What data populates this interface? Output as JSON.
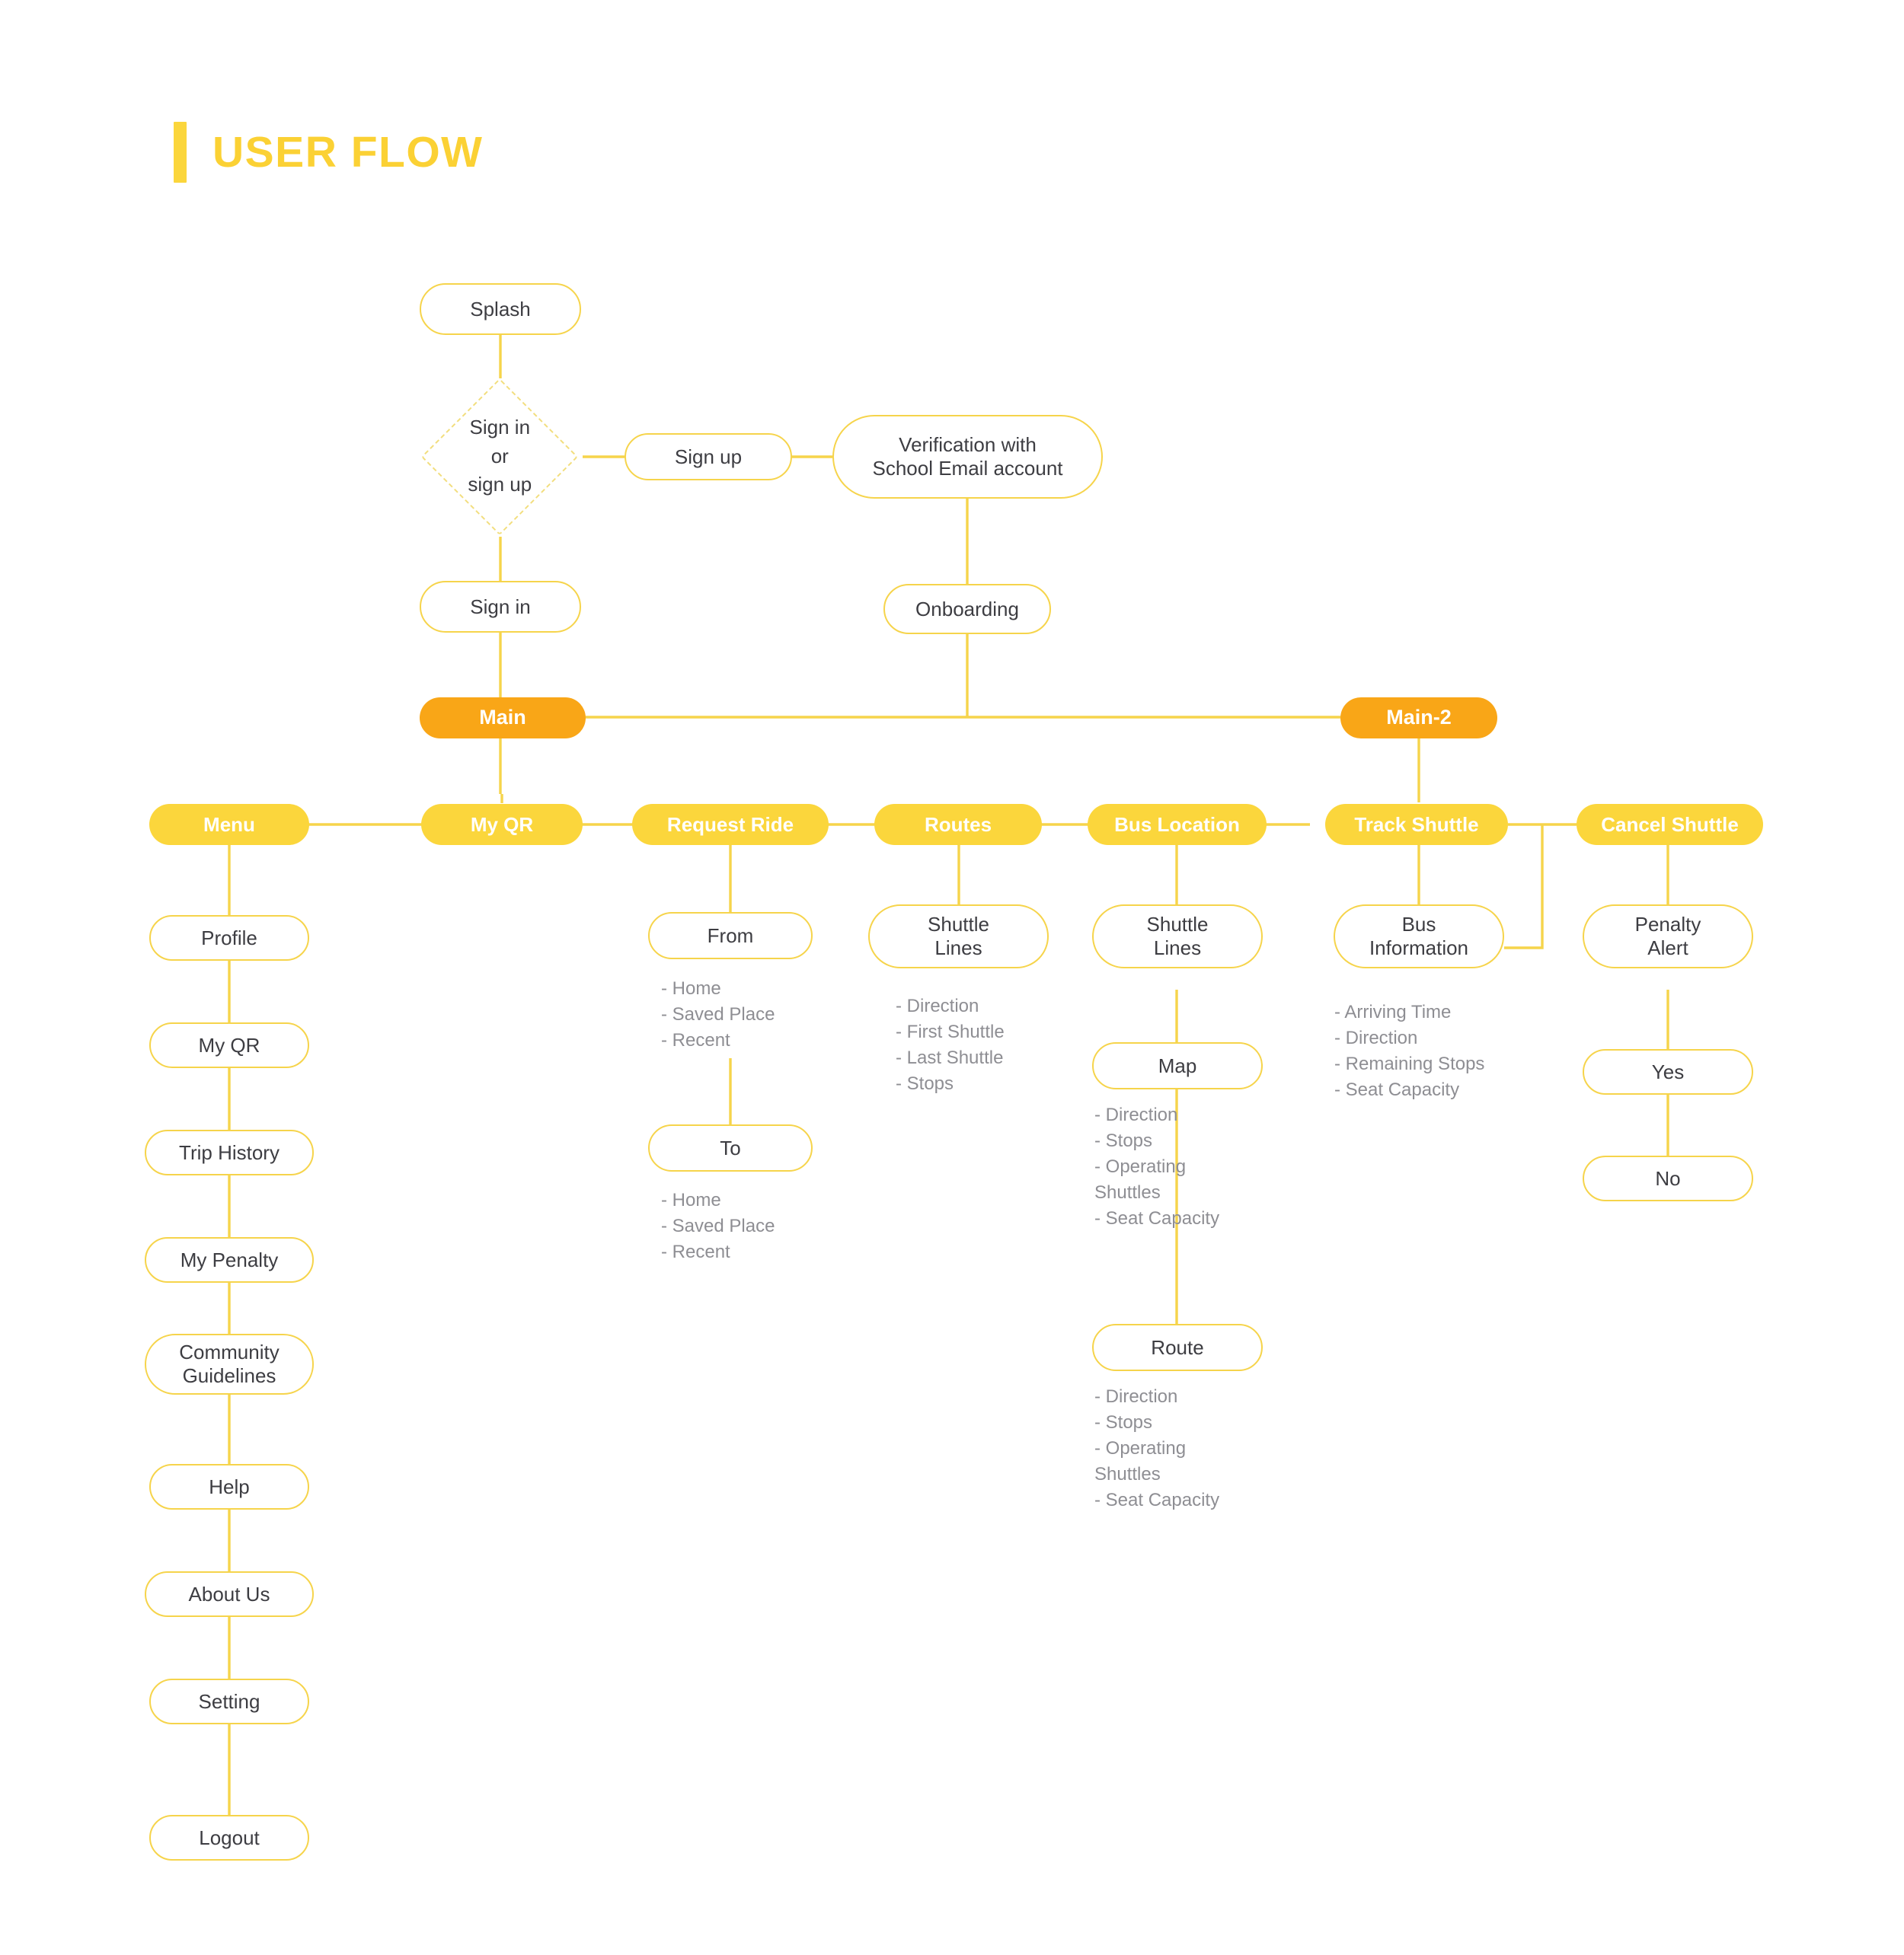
{
  "header": {
    "title": "USER FLOW",
    "accent_color": "#FBD134"
  },
  "theme": {
    "yellow": "#FBD63C",
    "orange": "#F9A617",
    "outline": "#F6D44B",
    "text_dark": "#3d3d42",
    "text_muted": "#8e8e93",
    "background": "#ffffff"
  },
  "chart_data": {
    "type": "diagram",
    "title": "USER FLOW",
    "nodes": [
      {
        "id": "splash",
        "label": "Splash",
        "style": "outline"
      },
      {
        "id": "decision",
        "label": "Sign in\nor\nsign up",
        "style": "diamond"
      },
      {
        "id": "signup",
        "label": "Sign up",
        "style": "outline"
      },
      {
        "id": "verification",
        "label": "Verification with\nSchool Email account",
        "style": "outline"
      },
      {
        "id": "signin",
        "label": "Sign in",
        "style": "outline"
      },
      {
        "id": "onboarding",
        "label": "Onboarding",
        "style": "outline"
      },
      {
        "id": "main",
        "label": "Main",
        "style": "orange"
      },
      {
        "id": "main2",
        "label": "Main-2",
        "style": "orange"
      },
      {
        "id": "menu",
        "label": "Menu",
        "style": "yellow"
      },
      {
        "id": "myqr",
        "label": "My QR",
        "style": "yellow"
      },
      {
        "id": "requestride",
        "label": "Request Ride",
        "style": "yellow"
      },
      {
        "id": "routes",
        "label": "Routes",
        "style": "yellow"
      },
      {
        "id": "buslocation",
        "label": "Bus Location",
        "style": "yellow"
      },
      {
        "id": "trackshuttle",
        "label": "Track Shuttle",
        "style": "yellow"
      },
      {
        "id": "cancelshuttle",
        "label": "Cancel Shuttle",
        "style": "yellow"
      },
      {
        "id": "profile",
        "label": "Profile",
        "style": "outline"
      },
      {
        "id": "menu_myqr",
        "label": "My QR",
        "style": "outline"
      },
      {
        "id": "triphistory",
        "label": "Trip History",
        "style": "outline"
      },
      {
        "id": "mypenalty",
        "label": "My Penalty",
        "style": "outline"
      },
      {
        "id": "community",
        "label": "Community\nGuidelines",
        "style": "outline"
      },
      {
        "id": "help",
        "label": "Help",
        "style": "outline"
      },
      {
        "id": "aboutus",
        "label": "About Us",
        "style": "outline"
      },
      {
        "id": "setting",
        "label": "Setting",
        "style": "outline"
      },
      {
        "id": "logout",
        "label": "Logout",
        "style": "outline"
      },
      {
        "id": "from",
        "label": "From",
        "style": "outline"
      },
      {
        "id": "to",
        "label": "To",
        "style": "outline"
      },
      {
        "id": "routes_lines",
        "label": "Shuttle\nLines",
        "style": "outline"
      },
      {
        "id": "bus_lines",
        "label": "Shuttle\nLines",
        "style": "outline"
      },
      {
        "id": "map",
        "label": "Map",
        "style": "outline"
      },
      {
        "id": "route",
        "label": "Route",
        "style": "outline"
      },
      {
        "id": "businfo",
        "label": "Bus\nInformation",
        "style": "outline"
      },
      {
        "id": "penaltyalert",
        "label": "Penalty\nAlert",
        "style": "outline"
      },
      {
        "id": "yes",
        "label": "Yes",
        "style": "outline"
      },
      {
        "id": "no",
        "label": "No",
        "style": "outline"
      }
    ],
    "edges": [
      [
        "splash",
        "decision"
      ],
      [
        "decision",
        "signup"
      ],
      [
        "signup",
        "verification"
      ],
      [
        "verification",
        "onboarding"
      ],
      [
        "decision",
        "signin"
      ],
      [
        "signin",
        "main"
      ],
      [
        "onboarding",
        "main"
      ],
      [
        "main",
        "main2"
      ],
      [
        "main",
        "menu"
      ],
      [
        "main",
        "myqr"
      ],
      [
        "menu",
        "myqr"
      ],
      [
        "myqr",
        "requestride"
      ],
      [
        "requestride",
        "routes"
      ],
      [
        "routes",
        "buslocation"
      ],
      [
        "main2",
        "trackshuttle"
      ],
      [
        "trackshuttle",
        "cancelshuttle"
      ],
      [
        "menu",
        "profile"
      ],
      [
        "profile",
        "menu_myqr"
      ],
      [
        "menu_myqr",
        "triphistory"
      ],
      [
        "triphistory",
        "mypenalty"
      ],
      [
        "mypenalty",
        "community"
      ],
      [
        "community",
        "help"
      ],
      [
        "help",
        "aboutus"
      ],
      [
        "aboutus",
        "setting"
      ],
      [
        "setting",
        "logout"
      ],
      [
        "requestride",
        "from"
      ],
      [
        "from",
        "to"
      ],
      [
        "routes",
        "routes_lines"
      ],
      [
        "buslocation",
        "bus_lines"
      ],
      [
        "bus_lines",
        "map"
      ],
      [
        "map",
        "route"
      ],
      [
        "trackshuttle",
        "businfo"
      ],
      [
        "businfo",
        "cancelshuttle"
      ],
      [
        "cancelshuttle",
        "penaltyalert"
      ],
      [
        "penaltyalert",
        "yes"
      ],
      [
        "yes",
        "no"
      ]
    ]
  },
  "nodes": {
    "splash": "Splash",
    "decision": "Sign in\nor\nsign up",
    "signup": "Sign up",
    "verification": "Verification with\nSchool Email account",
    "signin": "Sign in",
    "onboarding": "Onboarding",
    "main": "Main",
    "main2": "Main-2",
    "menu": "Menu",
    "myqr": "My QR",
    "requestride": "Request Ride",
    "routes": "Routes",
    "buslocation": "Bus Location",
    "trackshuttle": "Track Shuttle",
    "cancelshuttle": "Cancel Shuttle",
    "profile": "Profile",
    "menu_myqr": "My QR",
    "triphistory": "Trip History",
    "mypenalty": "My Penalty",
    "community": "Community\nGuidelines",
    "help": "Help",
    "aboutus": "About Us",
    "setting": "Setting",
    "logout": "Logout",
    "from": "From",
    "to": "To",
    "routes_lines": "Shuttle\nLines",
    "bus_lines": "Shuttle\nLines",
    "map": "Map",
    "route": "Route",
    "businfo": "Bus\nInformation",
    "penaltyalert": "Penalty\nAlert",
    "yes": "Yes",
    "no": "No"
  },
  "bullets": {
    "from": "- Home\n- Saved Place\n- Recent",
    "to": "- Home\n- Saved Place\n- Recent",
    "routes_lines": "- Direction\n- First Shuttle\n- Last Shuttle\n- Stops",
    "map": "- Direction\n- Stops\n- Operating\n   Shuttles\n- Seat Capacity",
    "route": "- Direction\n- Stops\n- Operating\n   Shuttles\n- Seat Capacity",
    "businfo": "- Arriving Time\n- Direction\n- Remaining Stops\n- Seat Capacity"
  }
}
